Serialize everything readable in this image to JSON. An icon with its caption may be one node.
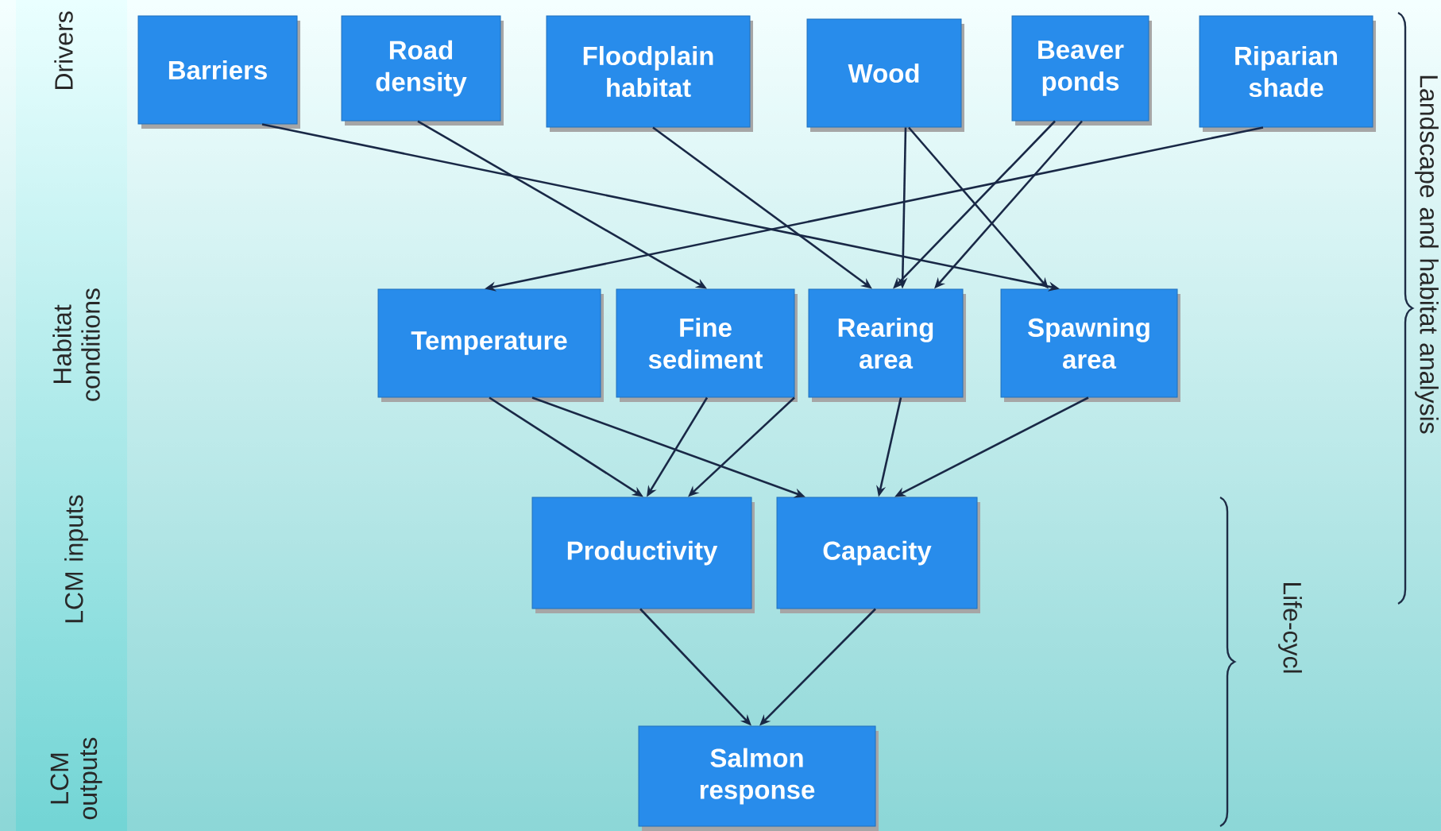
{
  "diagram": {
    "nodes": [
      {
        "text": [
          "Barriers"
        ]
      },
      {
        "text": [
          "Road density"
        ]
      },
      {
        "text": [
          "Floodplain habitat"
        ]
      },
      {
        "text": [
          "Wood"
        ]
      },
      {
        "text": [
          "Beaver ponds"
        ]
      },
      {
        "text": [
          "Riparian shade"
        ]
      },
      {
        "text": [
          "Temperature"
        ]
      },
      {
        "text": [
          "Fine sediment"
        ]
      },
      {
        "text": [
          "Rearing area"
        ]
      },
      {
        "text": [
          "Spawning area"
        ]
      },
      {
        "text": [
          "Productivity"
        ]
      },
      {
        "text": [
          "Capacity"
        ]
      },
      {
        "text": [
          "Salmon response"
        ]
      }
    ],
    "edges": [
      {
        "from": 0,
        "to": 9,
        "arrow": "to"
      },
      {
        "from": 1,
        "to": 7,
        "arrow": "to"
      },
      {
        "from": 2,
        "to": 8,
        "arrow": "to"
      },
      {
        "from": 3,
        "to": 8,
        "arrow": "to"
      },
      {
        "from": 3,
        "to": 9,
        "arrow": "to"
      },
      {
        "from": 4,
        "to": 8,
        "arrow": "to"
      },
      {
        "from": 4,
        "to": 8,
        "arrow": "to"
      },
      {
        "from": 5,
        "to": 6,
        "arrow": "to"
      },
      {
        "from": 6,
        "to": 10,
        "arrow": "to"
      },
      {
        "from": 6,
        "to": 11,
        "arrow": "to"
      },
      {
        "from": 7,
        "to": 10,
        "arrow": "to"
      },
      {
        "from": 8,
        "to": 10,
        "arrow": "to"
      },
      {
        "from": 8,
        "to": 11,
        "arrow": "to"
      },
      {
        "from": 9,
        "to": 11,
        "arrow": "to"
      },
      {
        "from": 10,
        "to": 12,
        "arrow": "to"
      },
      {
        "from": 11,
        "to": 12,
        "arrow": "to"
      }
    ],
    "labels": [
      "Drivers",
      "Habitat conditions",
      "LCM inputs",
      "LCM outputs",
      "Landscape and habitat analysis",
      "Life-cycl"
    ]
  }
}
